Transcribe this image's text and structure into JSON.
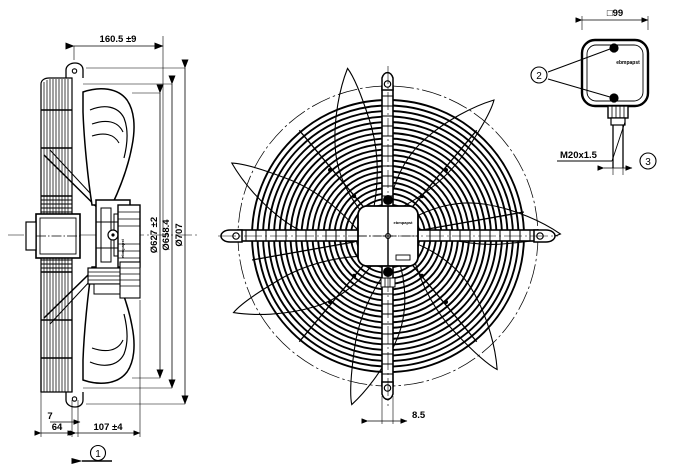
{
  "drawing": {
    "type": "technical-drawing",
    "subject": "axial-fan",
    "brand": "ebmpapst",
    "background_color": "#ffffff",
    "line_color": "#000000"
  },
  "views": {
    "side": {
      "name": "side-elevation-view",
      "label": ""
    },
    "front": {
      "name": "front-view",
      "label": ""
    },
    "detail": {
      "name": "terminal-box-detail",
      "label": ""
    }
  },
  "dimensions": {
    "side_width": "160.5 ±9",
    "diameter_inner": "Ø627 ±2",
    "diameter_mid": "Ø658.4",
    "diameter_outer": "Ø707",
    "flange_thickness": "7",
    "base_depth": "64",
    "blade_depth": "107 ±4",
    "bracket_width": "8.5",
    "box_square": "□99",
    "gland_thread": "M20x1.5"
  },
  "balloons": {
    "airflow": "1",
    "mounting_screw": "2",
    "cable_gland": "3"
  },
  "logo": {
    "text": "ebmpapst"
  }
}
